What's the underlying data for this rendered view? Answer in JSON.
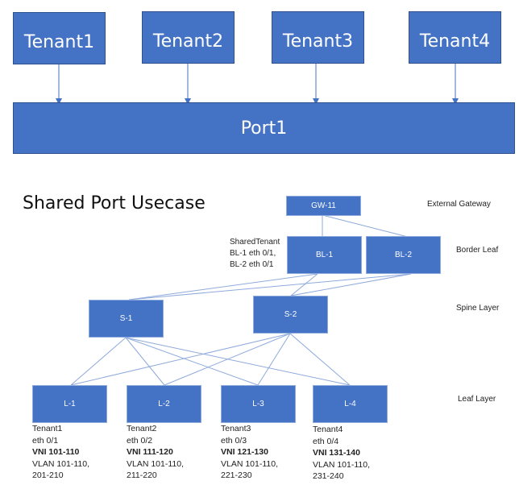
{
  "top_diagram": {
    "tenants": [
      {
        "label": "Tenant1"
      },
      {
        "label": "Tenant2"
      },
      {
        "label": "Tenant3"
      },
      {
        "label": "Tenant4"
      }
    ],
    "port": {
      "label": "Port1"
    }
  },
  "bottom_diagram": {
    "title": "Shared Port Usecase",
    "gateway": {
      "label": "GW-11"
    },
    "border_leaves": [
      {
        "label": "BL-1"
      },
      {
        "label": "BL-2"
      }
    ],
    "shared_tenant_note": [
      "SharedTenant",
      "BL-1 eth 0/1,",
      "BL-2 eth 0/1"
    ],
    "spines": [
      {
        "label": "S-1"
      },
      {
        "label": "S-2"
      }
    ],
    "leaves": [
      {
        "label": "L-1",
        "tenant": "Tenant1",
        "eth": "eth 0/1",
        "vni": "VNI 101-110",
        "vlan1": "VLAN 101-110,",
        "vlan2": "201-210"
      },
      {
        "label": "L-2",
        "tenant": "Tenant2",
        "eth": "eth 0/2",
        "vni": "VNI 111-120",
        "vlan1": "VLAN 101-110,",
        "vlan2": "211-220"
      },
      {
        "label": "L-3",
        "tenant": "Tenant3",
        "eth": "eth 0/3",
        "vni": "VNI 121-130",
        "vlan1": "VLAN 101-110,",
        "vlan2": "221-230"
      },
      {
        "label": "L-4",
        "tenant": "Tenant4",
        "eth": "eth 0/4",
        "vni": "VNI 131-140",
        "vlan1": "VLAN 101-110,",
        "vlan2": "231-240"
      }
    ],
    "layer_labels": {
      "gateway": "External Gateway",
      "border": "Border Leaf",
      "spine": "Spine Layer",
      "leaf": "Leaf Layer"
    }
  },
  "colors": {
    "box_fill": "#4472c4",
    "box_border": "#2f528f",
    "link_line": "#8faadc",
    "arrow": "#4472c4"
  }
}
